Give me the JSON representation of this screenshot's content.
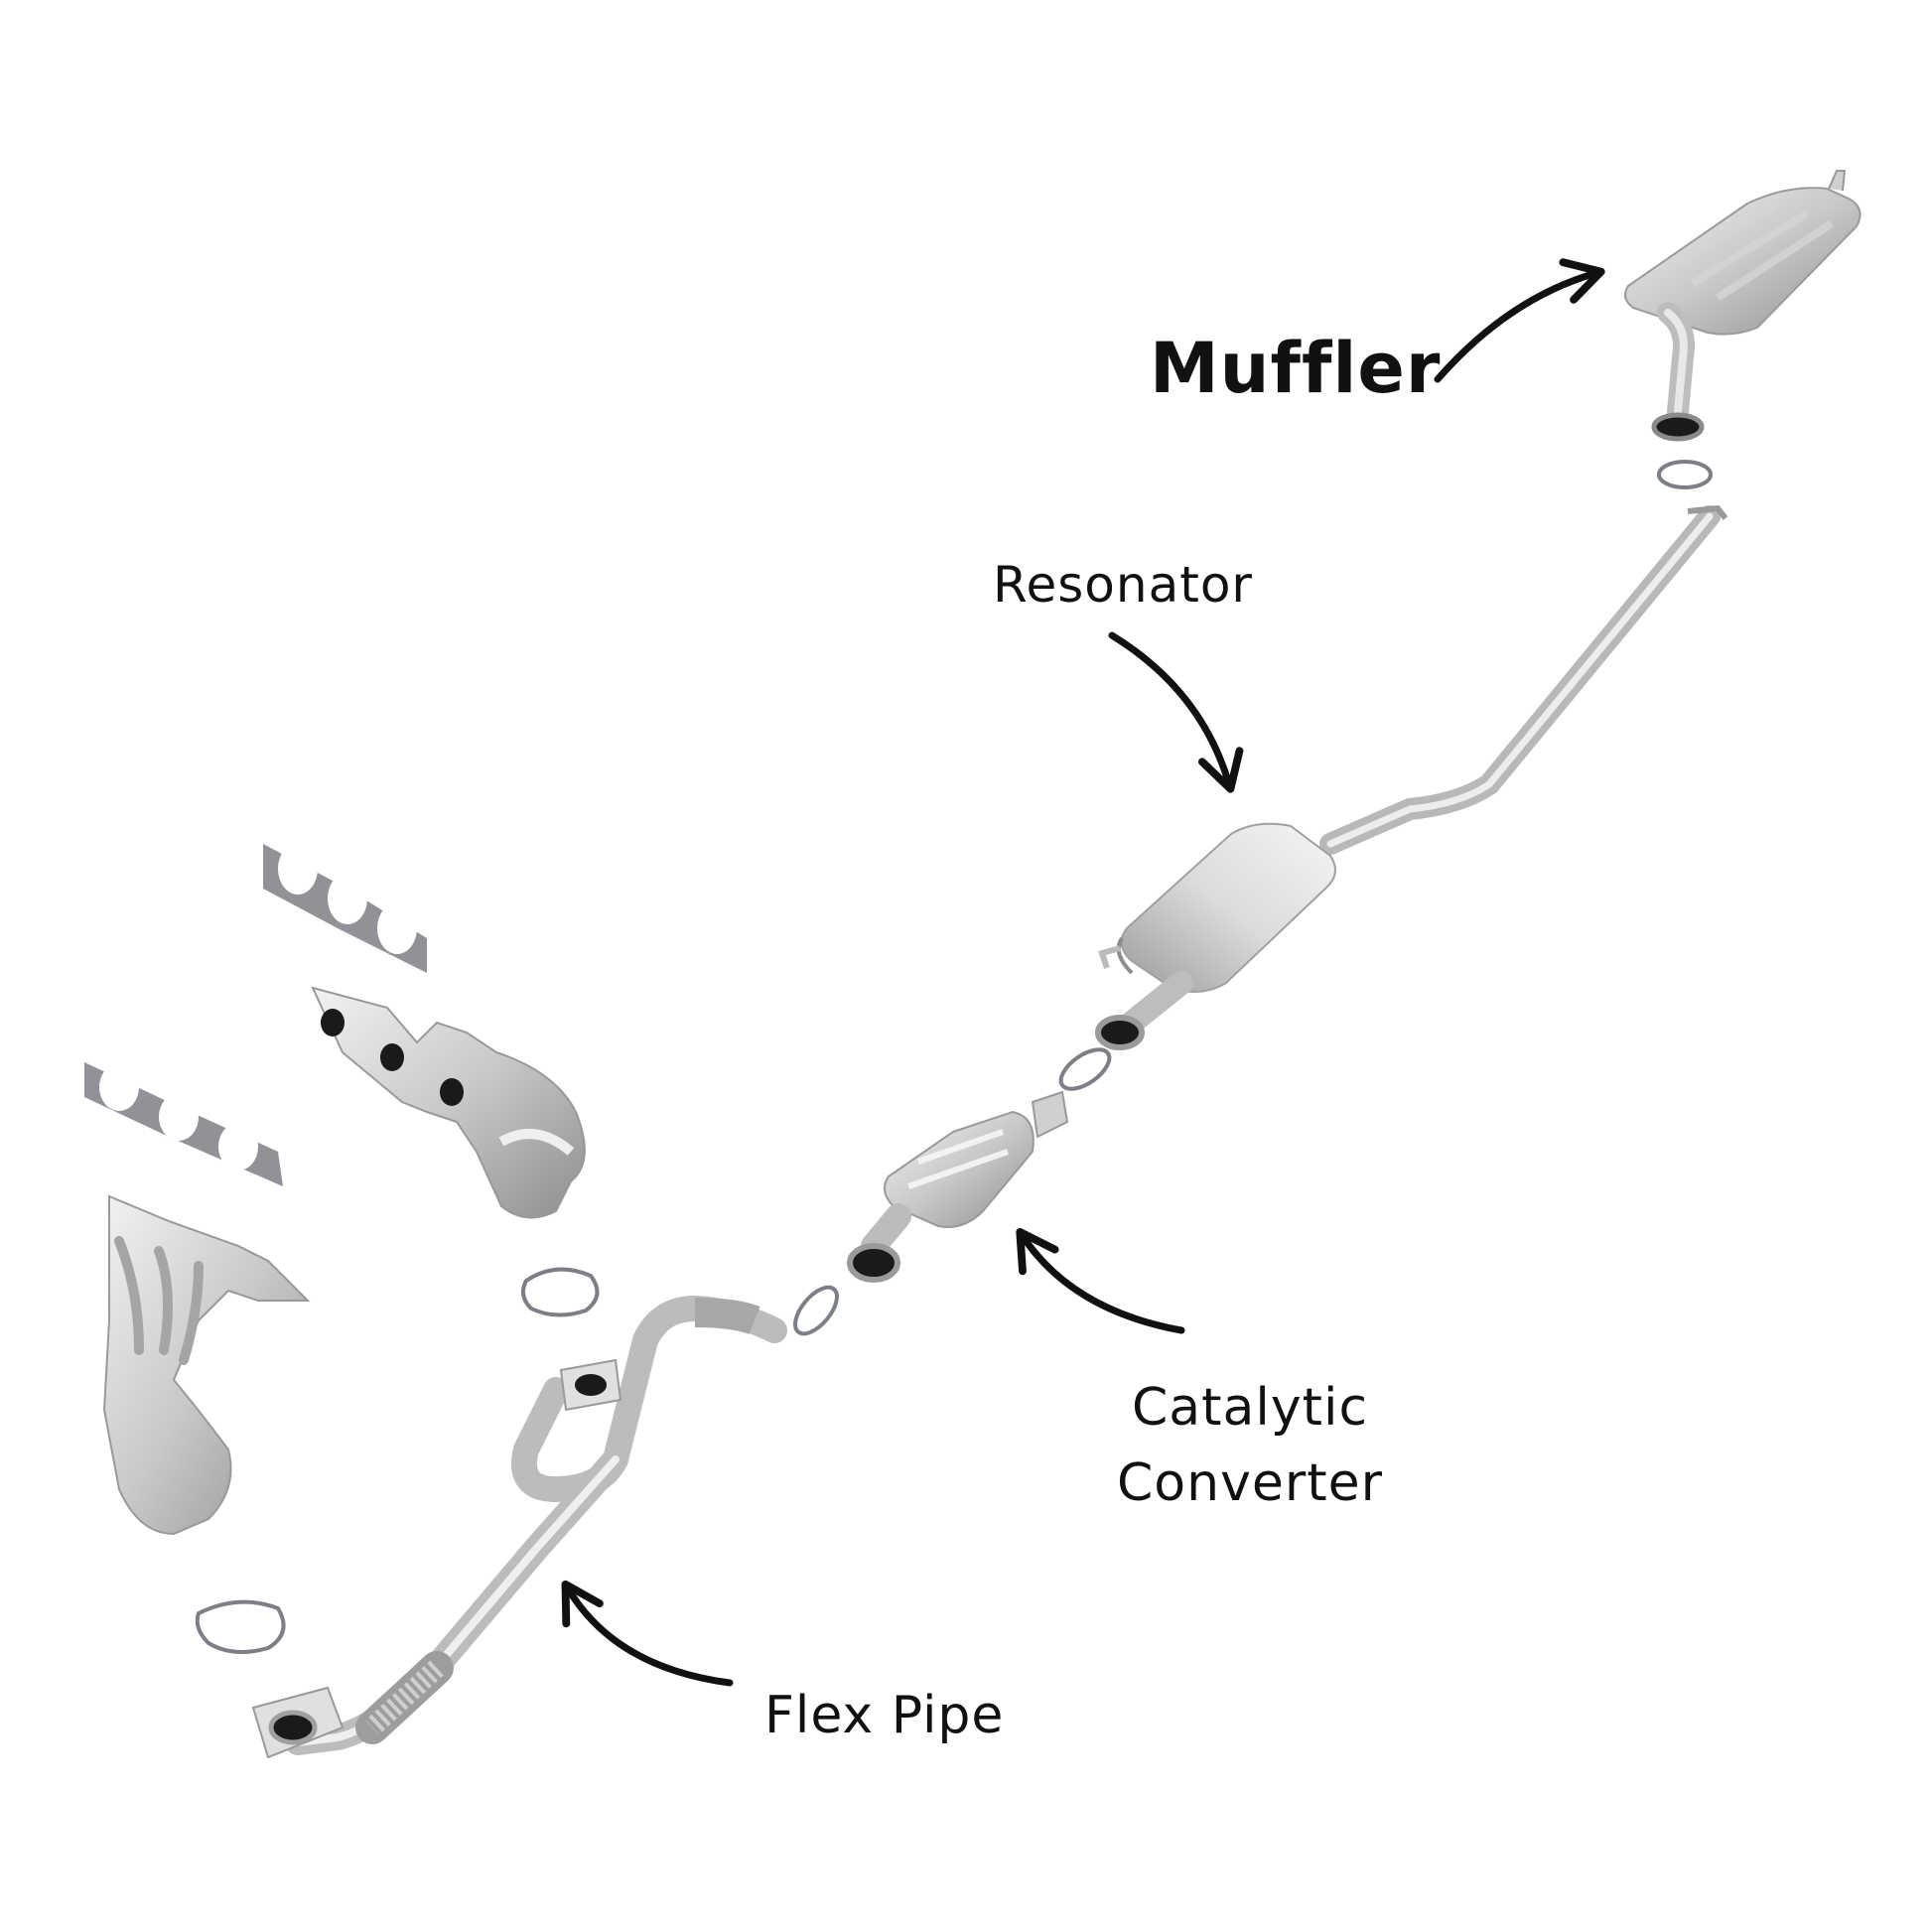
{
  "labels": {
    "muffler": "Muffler",
    "resonator": "Resonator",
    "catalytic_converter": "Catalytic\nConverter",
    "flex_pipe": "Flex Pipe"
  },
  "colors": {
    "background": "#ffffff",
    "metal_light": "#e6e6e6",
    "metal_mid": "#bdbdbd",
    "metal_dark": "#8a8a8a",
    "gasket": "#7d7f86",
    "arrow": "#111111"
  }
}
